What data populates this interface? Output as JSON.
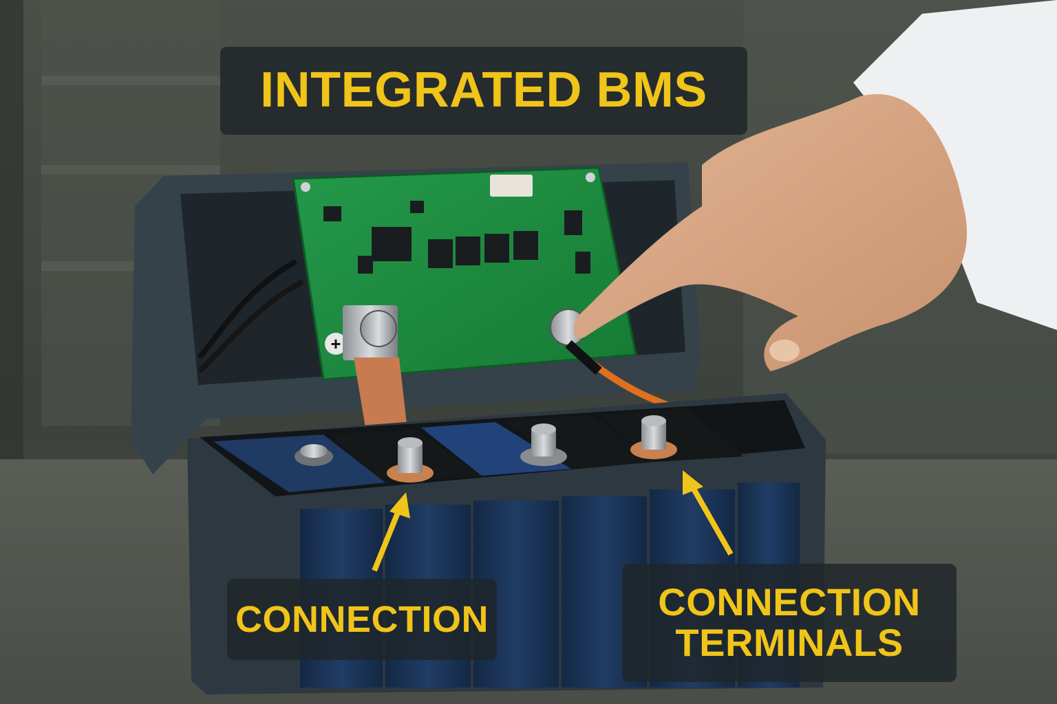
{
  "image": {
    "title": "INTEGRATED BMS",
    "labels": {
      "left": "CONNECTION",
      "right_line1": "CONNECTION",
      "right_line2": "TERMINALS"
    },
    "pcb_polarity_mark": "+",
    "colors": {
      "label_text": "#f0c419",
      "label_background": "#1e262a",
      "pcb": "#1e8a3a",
      "enclosure": "#2e3840",
      "cells": "#1c3458",
      "cable": "#e07020",
      "bus_bar": "#c87a50"
    }
  }
}
